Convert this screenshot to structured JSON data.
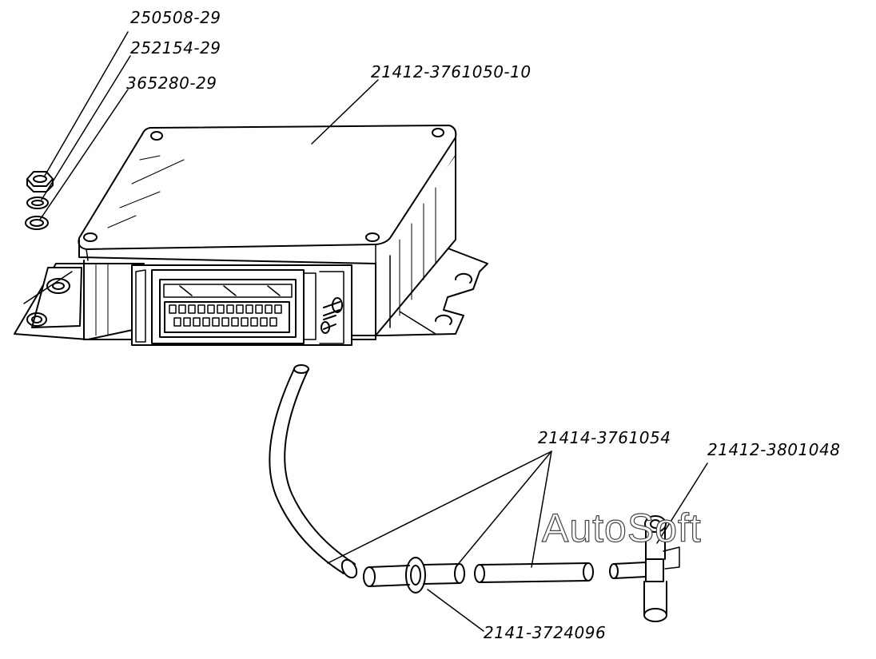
{
  "parts": {
    "nut": "250508-29",
    "washer_spring": "252154-29",
    "washer_flat": "365280-29",
    "controller": "21412-3761050-10",
    "hose": "21414-3761054",
    "tee": "21412-3801048",
    "fitting": "2141-3724096"
  },
  "watermark": "AutoSoft"
}
